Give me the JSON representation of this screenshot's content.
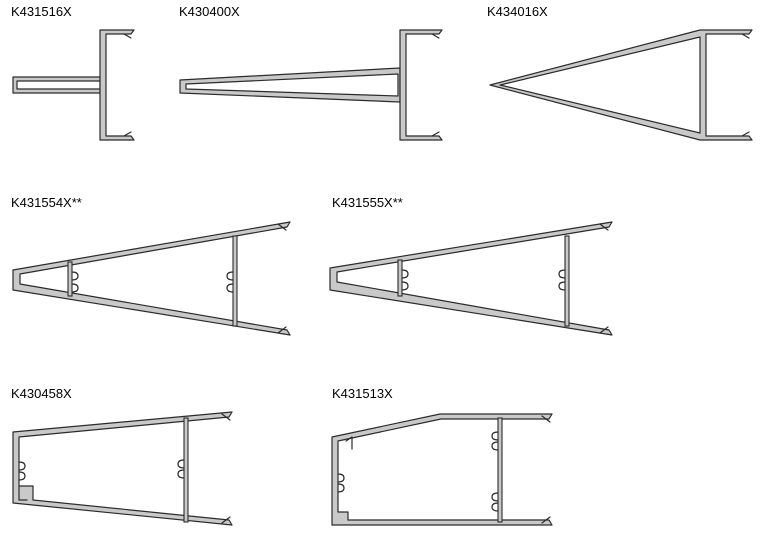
{
  "profiles": [
    {
      "code": "K431516X"
    },
    {
      "code": "K430400X"
    },
    {
      "code": "K434016X"
    },
    {
      "code": "K431554X**"
    },
    {
      "code": "K431555X**"
    },
    {
      "code": "K430458X"
    },
    {
      "code": "K431513X"
    }
  ]
}
